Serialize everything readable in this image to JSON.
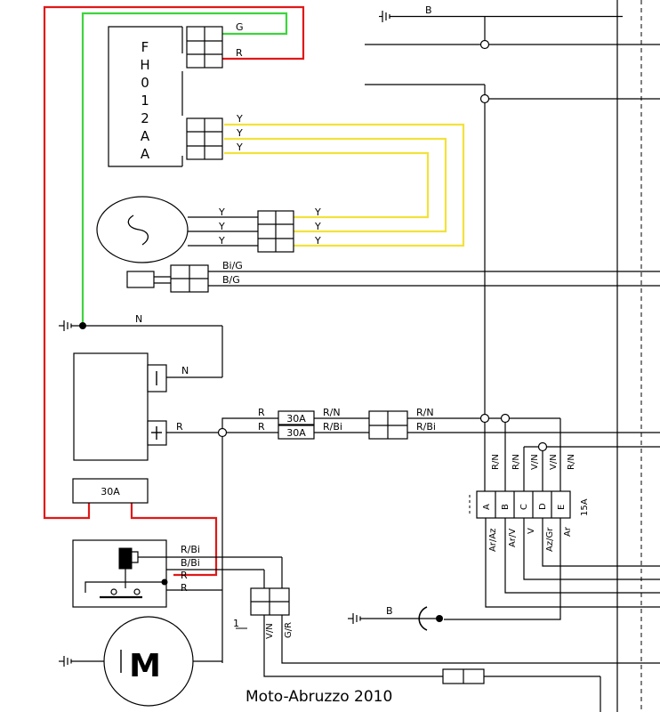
{
  "colors": {
    "red": "#e01818",
    "green": "#3dd43d",
    "yellow": "#f2e23a",
    "black": "#000000"
  },
  "ecu": {
    "chars": [
      "F",
      "H",
      "0",
      "1",
      "2",
      "A",
      "A"
    ]
  },
  "wires": {
    "G": "G",
    "R": "R",
    "Y": "Y",
    "BiG": "Bi/G",
    "BG": "B/G",
    "N": "N",
    "B": "B",
    "RN": "R/N",
    "RBi": "R/Bi",
    "BBi": "B/Bi",
    "GR": "G/R",
    "VN": "V/N",
    "RN_v": "R/N",
    "VN_v": "V/N",
    "ArAz": "Ar/Az",
    "ArV": "Ar/V",
    "V": "V",
    "AzGr": "Az/Gr",
    "Ar": "Ar"
  },
  "fuses": {
    "f1": "30A",
    "f2": "30A",
    "main": "30A",
    "box_rating": "15A",
    "letters": [
      "A",
      "B",
      "C",
      "D",
      "E"
    ]
  },
  "misc": {
    "one": "1",
    "motor": "M"
  },
  "footer": {
    "credit": "Moto-Abruzzo 2010"
  }
}
